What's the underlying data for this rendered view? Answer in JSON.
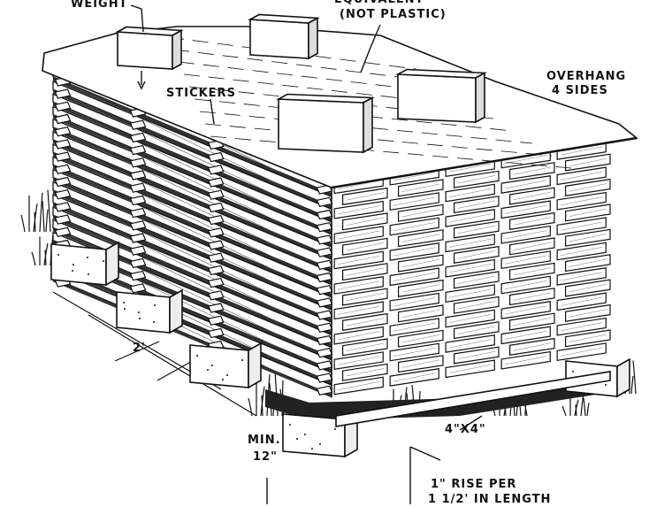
{
  "diagram": {
    "labels": {
      "weight": "WEIGHT",
      "equivalent": "EQUIVALENT",
      "not_plastic": "(NOT PLASTIC)",
      "overhang_1": "OVERHANG",
      "overhang_2": "4 SIDES",
      "stickers": "STICKERS",
      "spacing": "2'",
      "beam": "4\"X4\"",
      "min": "MIN.",
      "min_height": "12\"",
      "rise_1": "1\" RISE PER",
      "rise_2": "1 1/2' IN LENGTH"
    },
    "colors": {
      "ink": "#111111",
      "paper": "#ffffff"
    }
  }
}
